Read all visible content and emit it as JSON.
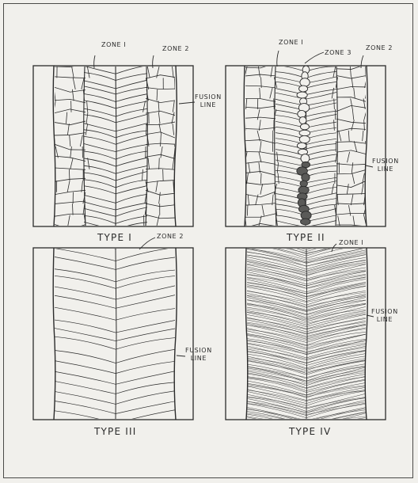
{
  "figure": {
    "panels": [
      {
        "id": "type-1",
        "caption": "TYPE I",
        "labels": {
          "zone_a": "ZONE I",
          "zone_b": "ZONE 2",
          "fusion_1": "FUSION",
          "fusion_2": "LINE"
        }
      },
      {
        "id": "type-2",
        "caption": "TYPE II",
        "labels": {
          "zone_a": "ZONE I",
          "zone_b": "ZONE 3",
          "zone_c": "ZONE 2",
          "fusion_1": "FUSION",
          "fusion_2": "LINE"
        }
      },
      {
        "id": "type-3",
        "caption": "TYPE III",
        "labels": {
          "zone_a": "ZONE 2",
          "fusion_1": "FUSION",
          "fusion_2": "LINE"
        }
      },
      {
        "id": "type-4",
        "caption": "TYPE IV",
        "labels": {
          "zone_a": "ZONE I",
          "fusion_1": "FUSION",
          "fusion_2": "LINE"
        }
      }
    ],
    "colors": {
      "ink": "#2b2b2b",
      "paper": "#f1f0ec",
      "frame": "#4a4a48"
    }
  }
}
